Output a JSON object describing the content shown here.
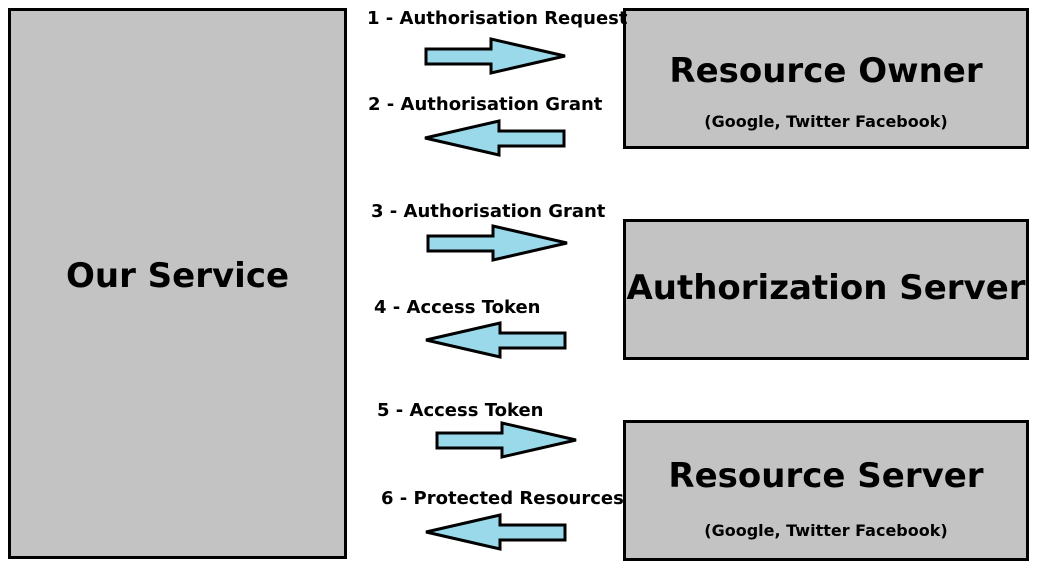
{
  "colors": {
    "box_fill": "#c3c3c3",
    "box_border": "#000000",
    "arrow_fill": "#99d9ea",
    "arrow_stroke": "#000000"
  },
  "our_service": {
    "title": "Our Service"
  },
  "resource_owner": {
    "title": "Resource Owner",
    "subtitle": "(Google, Twitter Facebook)"
  },
  "authorization_server": {
    "title": "Authorization Server"
  },
  "resource_server": {
    "title": "Resource Server",
    "subtitle": "(Google, Twitter Facebook)"
  },
  "steps": [
    {
      "label": "1 - Authorisation Request",
      "direction": "right"
    },
    {
      "label": "2 - Authorisation Grant",
      "direction": "left"
    },
    {
      "label": "3 - Authorisation Grant",
      "direction": "right"
    },
    {
      "label": "4 - Access Token",
      "direction": "left"
    },
    {
      "label": "5 - Access Token",
      "direction": "right"
    },
    {
      "label": "6 - Protected Resources",
      "direction": "left"
    }
  ]
}
